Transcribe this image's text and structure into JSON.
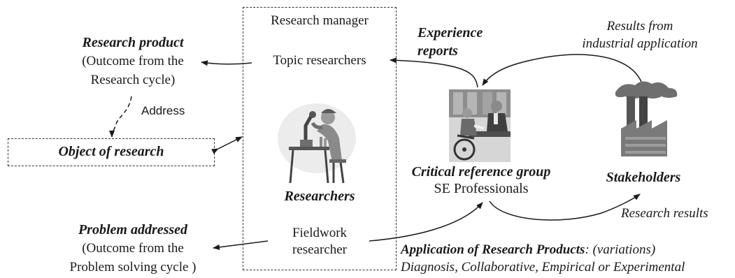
{
  "colors": {
    "ink": "#1a1a1a",
    "line": "#333333",
    "illustration_gray": "#8a8a8a"
  },
  "manager_box": {
    "research_manager": "Research manager",
    "topic_researchers": "Topic researchers",
    "researchers": "Researchers",
    "fieldwork_line1": "Fieldwork",
    "fieldwork_line2": "researcher"
  },
  "research_product": {
    "title": "Research product",
    "line1": "(Outcome from the",
    "line2": "Research cycle)"
  },
  "address_label": "Address",
  "object_of_research": "Object of research",
  "problem_addressed": {
    "title": "Problem addressed",
    "line1": "(Outcome from the",
    "line2": "Problem solving cycle )"
  },
  "experience_reports": {
    "line1": "Experience",
    "line2": "reports"
  },
  "critical_reference_group": {
    "title": "Critical reference group",
    "subtitle": "SE Professionals"
  },
  "results_from_industrial": {
    "line1": "Results from",
    "line2": "industrial application"
  },
  "stakeholders": "Stakeholders",
  "research_results": "Research results",
  "application": {
    "title": "Application of  Research Products",
    "suffix": ": (variations)",
    "line2": "Diagnosis, Collaborative, Empirical or Experimental"
  },
  "icons": [
    "researcher-microscope-icon",
    "meeting-group-icon",
    "factory-icon"
  ]
}
